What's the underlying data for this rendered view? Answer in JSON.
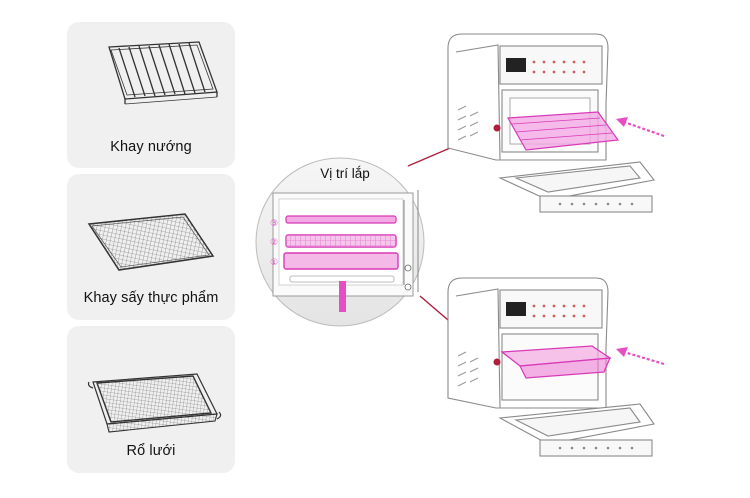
{
  "accessories": [
    {
      "label": "Khay nướng",
      "icon": "grill-rack-icon"
    },
    {
      "label": "Khay sấy thực phẩm",
      "icon": "drying-mesh-tray-icon"
    },
    {
      "label": "Rổ lưới",
      "icon": "mesh-basket-icon"
    }
  ],
  "position_view": {
    "title": "Vị trí lắp",
    "levels": [
      "③",
      "②",
      "①"
    ]
  },
  "colors": {
    "highlight": "#e64fc4",
    "connector": "#b01e3c",
    "card_bg": "#f0f0f1"
  }
}
